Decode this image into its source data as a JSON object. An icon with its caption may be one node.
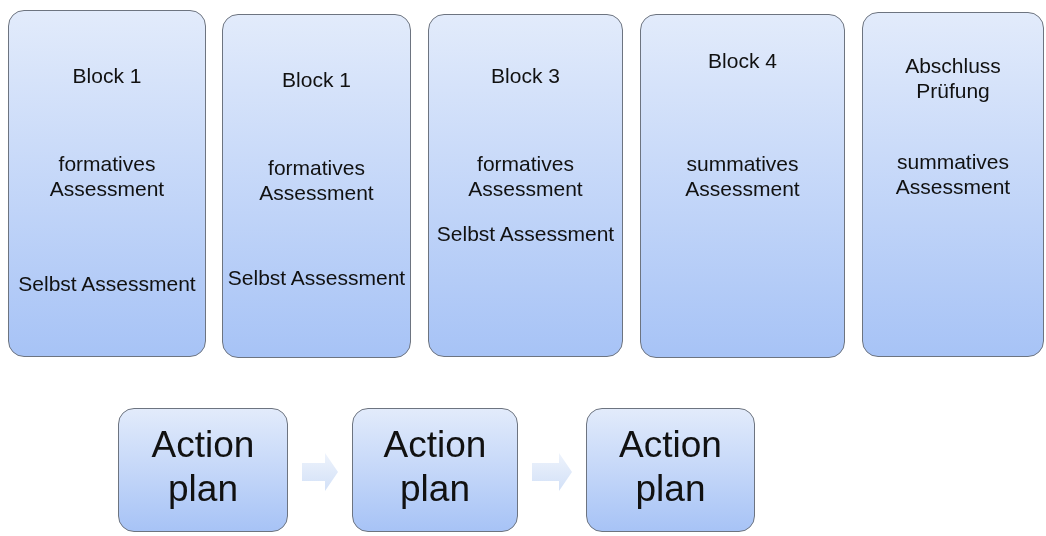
{
  "diagram": {
    "nodes": [
      {
        "text": [
          "Block 1",
          "formatives Assessment",
          "Selbst Assessment"
        ]
      },
      {
        "text": [
          "Block 1",
          "formatives Assessment",
          "Selbst Assessment"
        ]
      },
      {
        "text": [
          "Block 3",
          "formatives Assessment",
          "Selbst Assessment"
        ]
      },
      {
        "text": [
          "Block 4",
          "summatives Assessment"
        ]
      },
      {
        "text": [
          "Abschluss Prüfung",
          "summatives Assessment"
        ]
      },
      {
        "text": [
          "Action plan"
        ]
      },
      {
        "text": [
          "Action plan"
        ]
      },
      {
        "text": [
          "Action plan"
        ]
      }
    ],
    "edges": [
      {
        "from": 5,
        "to": 6,
        "arrow": "to"
      },
      {
        "from": 6,
        "to": 7,
        "arrow": "to"
      }
    ]
  }
}
